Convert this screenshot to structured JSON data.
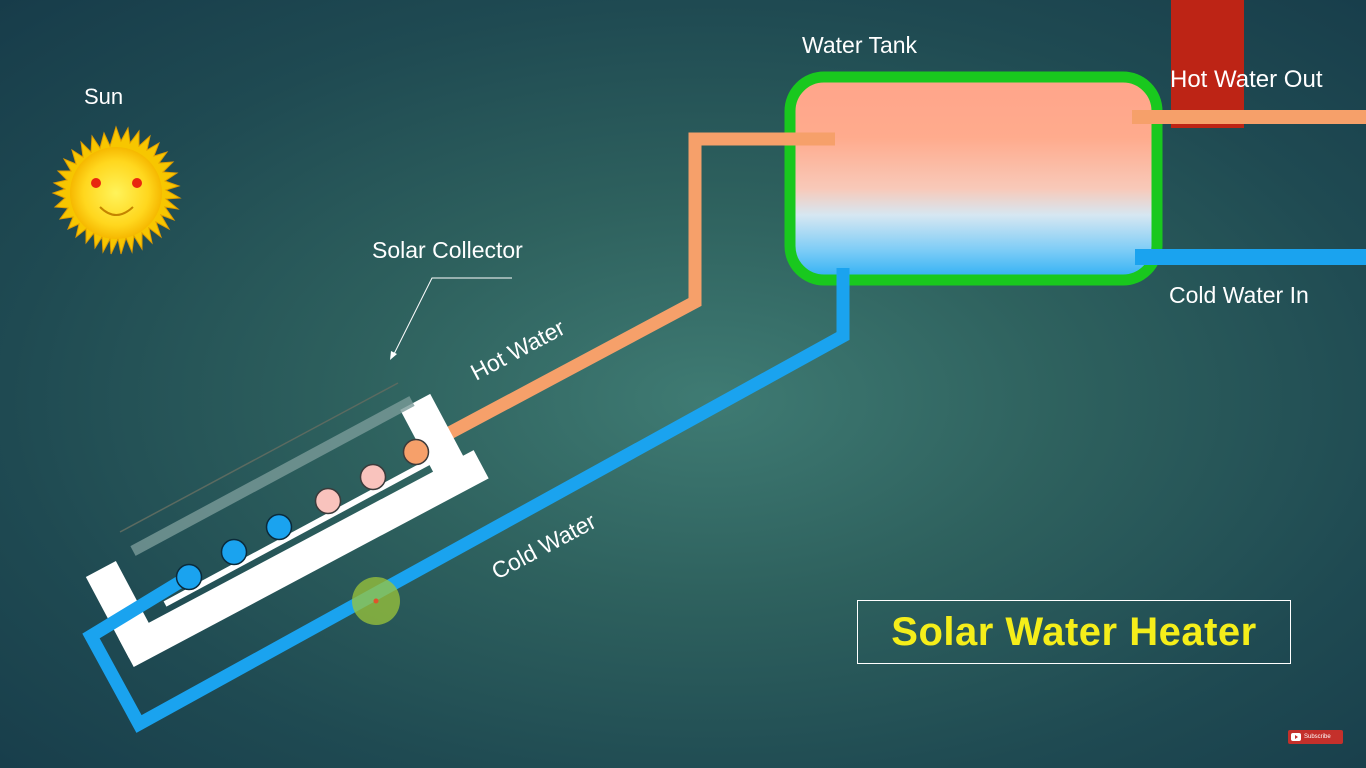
{
  "labels": {
    "sun": "Sun",
    "solar_collector": "Solar Collector",
    "water_tank": "Water Tank",
    "hot_water_out": "Hot Water Out",
    "cold_water_in": "Cold Water In",
    "hot_water": "Hot Water",
    "cold_water": "Cold Water"
  },
  "title": "Solar Water Heater",
  "subscribe_label": "Subscribe",
  "colors": {
    "hot_pipe": "#f6a06a",
    "cold_pipe": "#1aa3ef",
    "tank_border": "#19c81e",
    "tank_hot": "#ffa98a",
    "tank_cold": "#34b4f5",
    "sun": "#ffd21f",
    "title": "#f5ee1a",
    "red_bar": "#bd2415"
  }
}
